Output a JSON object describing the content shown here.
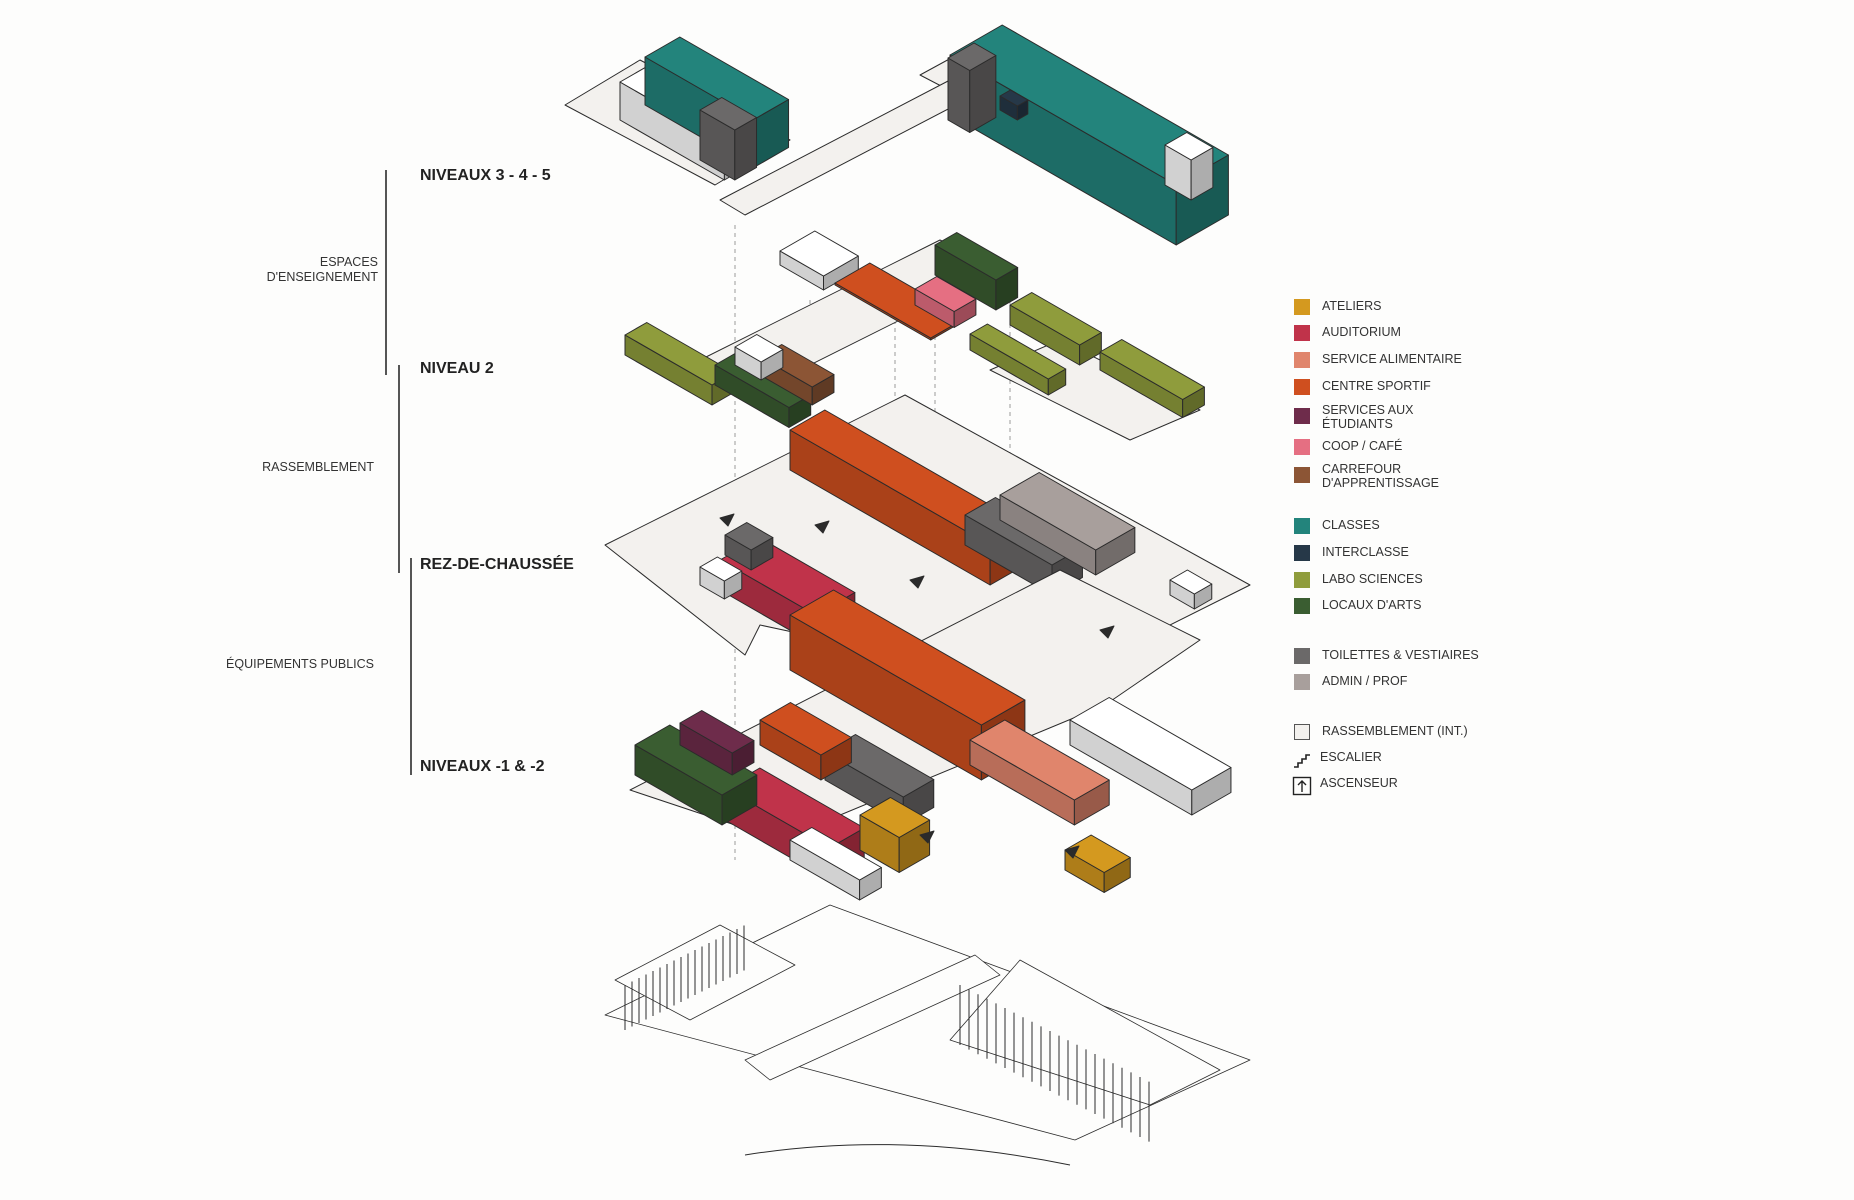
{
  "levels": {
    "top": "NIVEAUX 3 - 4 - 5",
    "second": "NIVEAU 2",
    "ground": "REZ-DE-CHAUSSÉE",
    "basement": "NIVEAUX -1 & -2"
  },
  "groups": {
    "teaching": "ESPACES\nD'ENSEIGNEMENT",
    "gathering": "RASSEMBLEMENT",
    "public": "ÉQUIPEMENTS PUBLICS"
  },
  "legend": {
    "programs": [
      {
        "label": "ATELIERS",
        "color": "#d4991f"
      },
      {
        "label": "AUDITORIUM",
        "color": "#c0334a"
      },
      {
        "label": "SERVICE ALIMENTAIRE",
        "color": "#e0856c"
      },
      {
        "label": "CENTRE SPORTIF",
        "color": "#cf4f1f"
      },
      {
        "label": "SERVICES AUX\nÉTUDIANTS",
        "color": "#6e2c4b"
      },
      {
        "label": "COOP / CAFÉ",
        "color": "#e56f82"
      },
      {
        "label": "CARREFOUR\nD'APPRENTISSAGE",
        "color": "#8c5535"
      }
    ],
    "teaching": [
      {
        "label": "CLASSES",
        "color": "#23847c"
      },
      {
        "label": "INTERCLASSE",
        "color": "#263848"
      },
      {
        "label": "LABO SCIENCES",
        "color": "#8f9c3c"
      },
      {
        "label": "LOCAUX D'ARTS",
        "color": "#3a5d31"
      }
    ],
    "services": [
      {
        "label": "TOILETTES & VESTIAIRES",
        "color": "#6b6969"
      },
      {
        "label": "ADMIN / PROF",
        "color": "#a89f9c"
      }
    ],
    "circulation": [
      {
        "label": "RASSEMBLEMENT (INT.)",
        "color": "#f3f1ee",
        "icon": "square-swatch"
      },
      {
        "label": "ESCALIER",
        "icon": "stair-icon"
      },
      {
        "label": "ASCENSEUR",
        "icon": "elevator-icon"
      }
    ]
  }
}
